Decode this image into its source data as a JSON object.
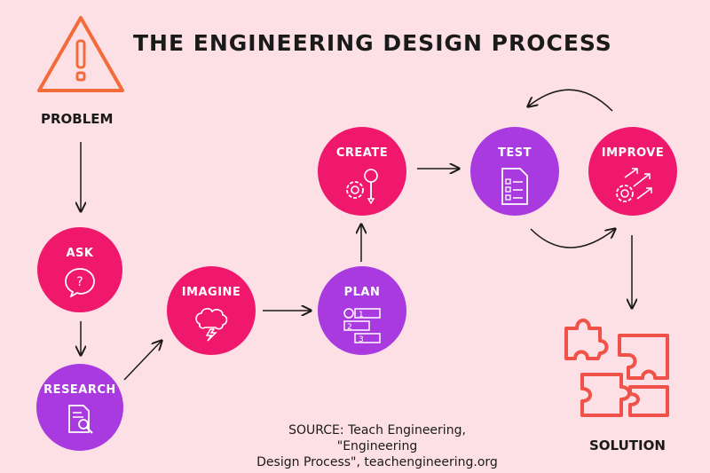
{
  "title": "THE ENGINEERING DESIGN PROCESS",
  "problem_label": "PROBLEM",
  "solution_label": "SOLUTION",
  "nodes": {
    "ask": "ASK",
    "research": "RESEARCH",
    "imagine": "IMAGINE",
    "plan": "PLAN",
    "create": "CREATE",
    "test": "TEST",
    "improve": "IMPROVE"
  },
  "source_line1": "SOURCE: Teach Engineering, \"Engineering",
  "source_line2": "Design Process\", teachengineering.org",
  "colors": {
    "background": "#fde0e6",
    "pink": "#f0186d",
    "purple": "#a93ae0",
    "orange": "#f26b3a",
    "red": "#f0524a"
  },
  "icons": {
    "problem": "warning-triangle-icon",
    "ask": "question-bubble-icon",
    "research": "document-magnifier-icon",
    "imagine": "brain-lightning-icon",
    "plan": "numbered-list-icon",
    "create": "gear-lightbulb-icon",
    "test": "checklist-icon",
    "improve": "gear-arrows-icon",
    "solution": "puzzle-icon"
  }
}
